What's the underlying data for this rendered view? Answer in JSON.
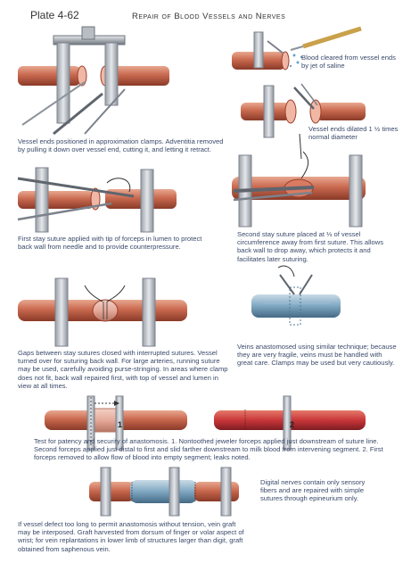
{
  "header": {
    "plate": "Plate 4-62",
    "title": "Repair of Blood Vessels and Nerves"
  },
  "captions": {
    "blood_cleared": "Blood cleared from vessel ends by jet of saline",
    "approximation": "Vessel ends positioned in approximation clamps. Adventitia removed by pulling it down over vessel end, cutting it, and letting it retract.",
    "dilated": "Vessel ends dilated 1 ½ times normal diameter",
    "first_stay": "First stay suture applied with tip of forceps in lumen to protect back wall from needle and to provide counterpressure.",
    "second_stay": "Second stay suture placed at ⅓ of vessel circumference away from first suture. This allows back wall to drop away, which protects it and facilitates later suturing.",
    "gaps": "Gaps between stay sutures closed with interrupted sutures. Vessel turned over for suturing back wall. For large arteries, running suture may be used, carefully avoiding purse-stringing. In areas where clamp does not fit, back wall repaired first, with top of vessel and lumen in view at all times.",
    "veins": "Veins anastomosed using similar technique; because they are very fragile, veins must be handled with great care. Clamps may be used but very cautiously.",
    "patency": "Test for patency and security of anastomosis. 1. Nontoothed jeweler forceps applied just downstream of suture line. Second forceps applied just distal to first and slid farther downstream to milk blood from intervening segment. 2. First forceps removed to allow flow of blood into empty segment; leaks noted.",
    "graft": "If vessel defect too long to permit anastomosis without tension, vein graft may be interposed. Graft harvested from dorsum of finger or volar aspect of wrist; for vein replantations in lower limb of structures larger than digit, graft obtained from saphenous vein.",
    "nerves": "Digital nerves contain only sensory fibers and are repaired with simple sutures through epineurium only."
  },
  "labels": {
    "step1": "1",
    "step2": "2"
  },
  "colors": {
    "artery": "#c9694f",
    "artery_dark": "#9a3f2c",
    "artery_light": "#e6a58f",
    "vein": "#7fa7c2",
    "vein_dark": "#4f7793",
    "clamp": "#c8ccd2",
    "clamp_dark": "#7c828c",
    "text": "#3a4a6a"
  }
}
